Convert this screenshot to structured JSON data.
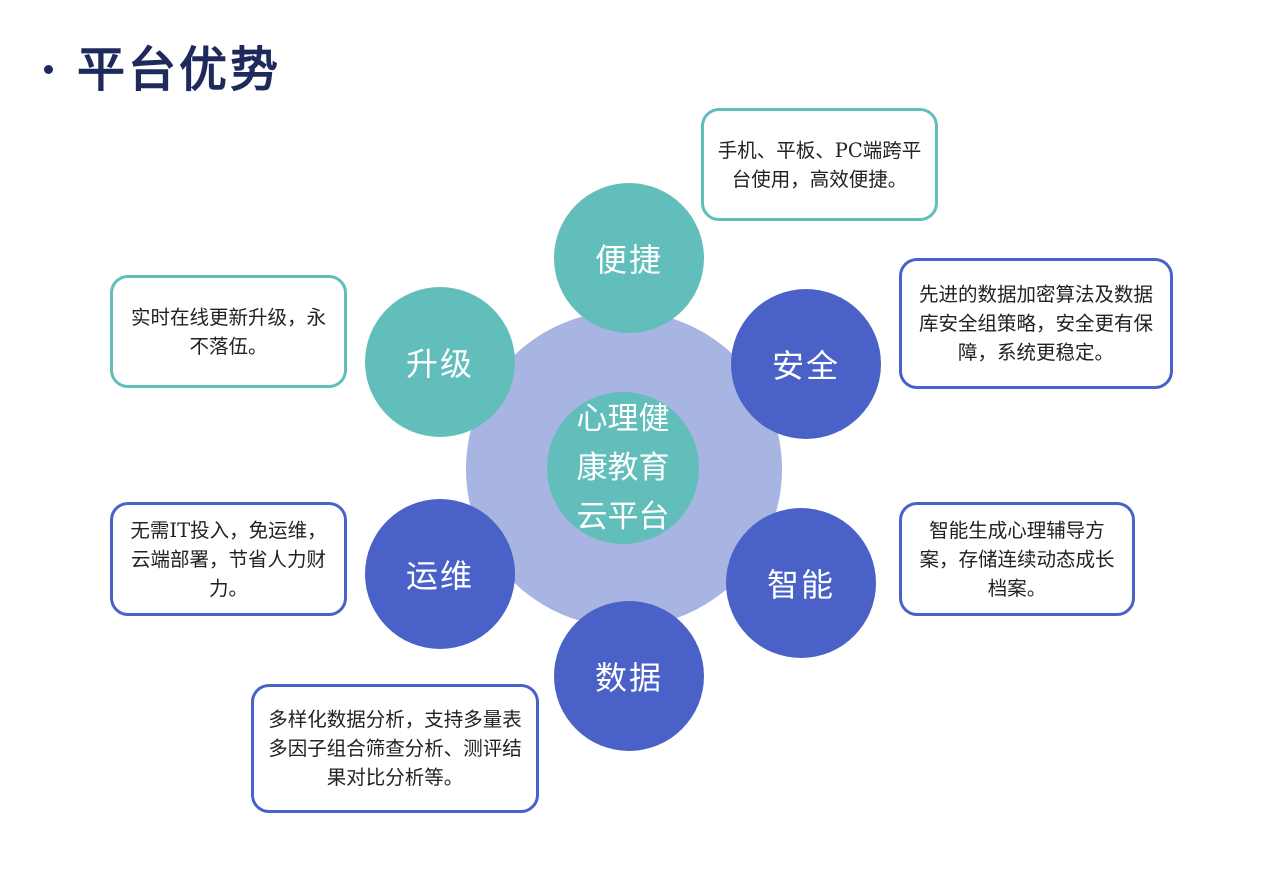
{
  "page": {
    "title": "平台优势"
  },
  "hub": {
    "label": "心理健康教育云平台"
  },
  "nodes": {
    "convenience": {
      "label": "便捷",
      "desc": "手机、平板、PC端跨平台使用，高效便捷。"
    },
    "security": {
      "label": "安全",
      "desc": "先进的数据加密算法及数据库安全组策略，安全更有保障，系统更稳定。"
    },
    "intelligence": {
      "label": "智能",
      "desc": "智能生成心理辅导方案，存储连续动态成长档案。"
    },
    "data": {
      "label": "数据",
      "desc": "多样化数据分析，支持多量表多因子组合筛查分析、测评结果对比分析等。"
    },
    "operations": {
      "label": "运维",
      "desc": "无需IT投入，免运维，云端部署，节省人力财力。"
    },
    "upgrade": {
      "label": "升级",
      "desc": "实时在线更新升级，永不落伍。"
    }
  },
  "colors": {
    "teal": "#62bebb",
    "blue": "#4a61c8",
    "ring": "#a8b4e2",
    "title": "#1f2a5c"
  }
}
